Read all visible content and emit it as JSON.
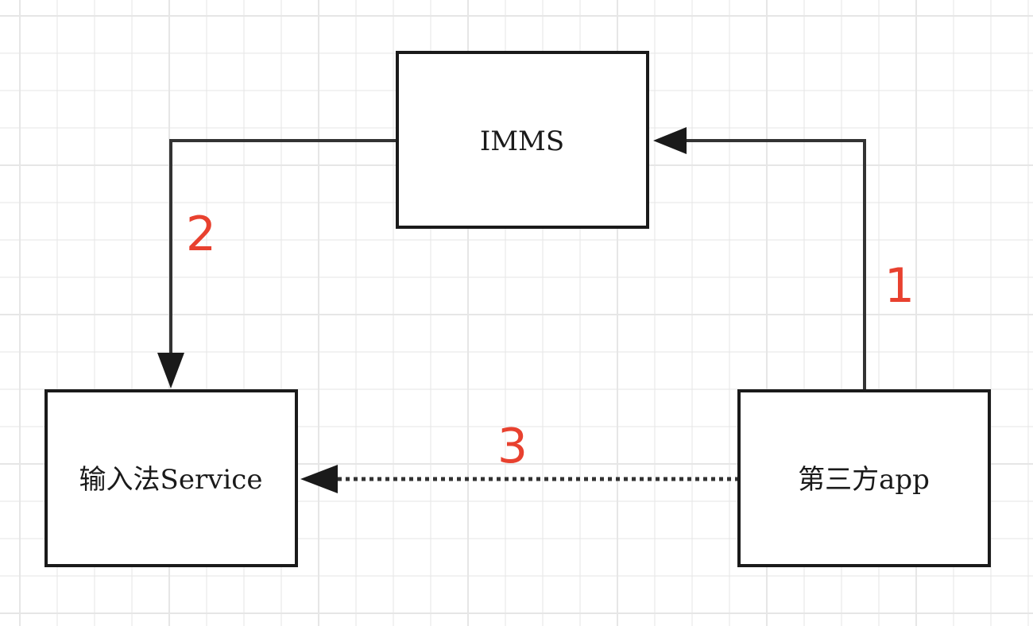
{
  "nodes": {
    "imms": "IMMS",
    "ime_service": "输入法Service",
    "third_party_app": "第三方app"
  },
  "steps": {
    "step1": "1",
    "step2": "2",
    "step3": "3"
  },
  "colors": {
    "step_label": "#e8412f",
    "stroke": "#1a1a1a",
    "grid": "#e6e6e6"
  }
}
